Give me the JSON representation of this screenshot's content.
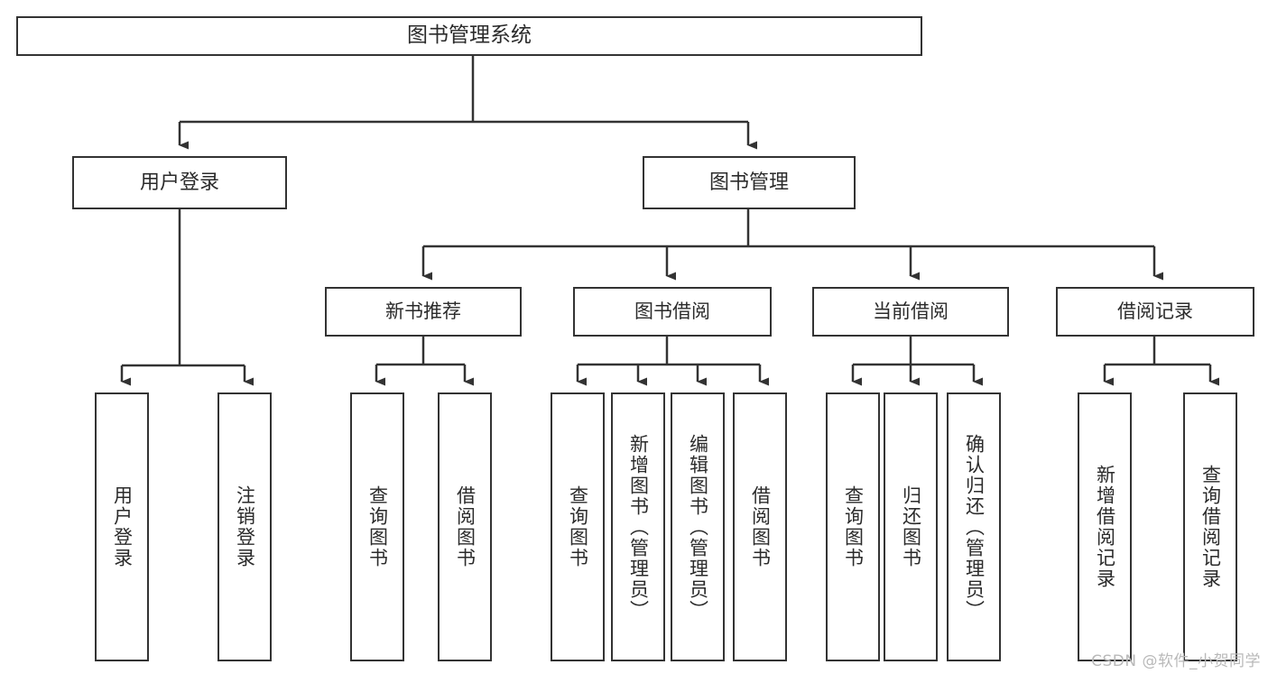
{
  "diagram": {
    "title": "图书管理系统",
    "type": "functional-structure-tree",
    "colors": {
      "background": "#ffffff",
      "box_border": "#333333",
      "box_fill": "#ffffff",
      "text": "#2b2b2b",
      "connector": "#333333",
      "watermark": "#b9b9b9"
    }
  },
  "root": {
    "label": "图书管理系统"
  },
  "level2": [
    {
      "label": "用户登录"
    },
    {
      "label": "图书管理"
    }
  ],
  "level3": [
    {
      "label": "新书推荐"
    },
    {
      "label": "图书借阅"
    },
    {
      "label": "当前借阅"
    },
    {
      "label": "借阅记录"
    }
  ],
  "leaves": {
    "user_login": [
      {
        "label": "用户登录"
      },
      {
        "label": "注销登录"
      }
    ],
    "new_book_recommend": [
      {
        "label": "查询图书"
      },
      {
        "label": "借阅图书"
      }
    ],
    "book_borrow": [
      {
        "label": "查询图书"
      },
      {
        "label": "新增图书（管理员）"
      },
      {
        "label": "编辑图书（管理员）"
      },
      {
        "label": "借阅图书"
      }
    ],
    "current_borrow": [
      {
        "label": "查询图书"
      },
      {
        "label": "归还图书"
      },
      {
        "label": "确认归还（管理员）"
      }
    ],
    "borrow_record": [
      {
        "label": "新增借阅记录"
      },
      {
        "label": "查询借阅记录"
      }
    ]
  },
  "watermark": {
    "text": "CSDN @软件_小贺同学"
  }
}
